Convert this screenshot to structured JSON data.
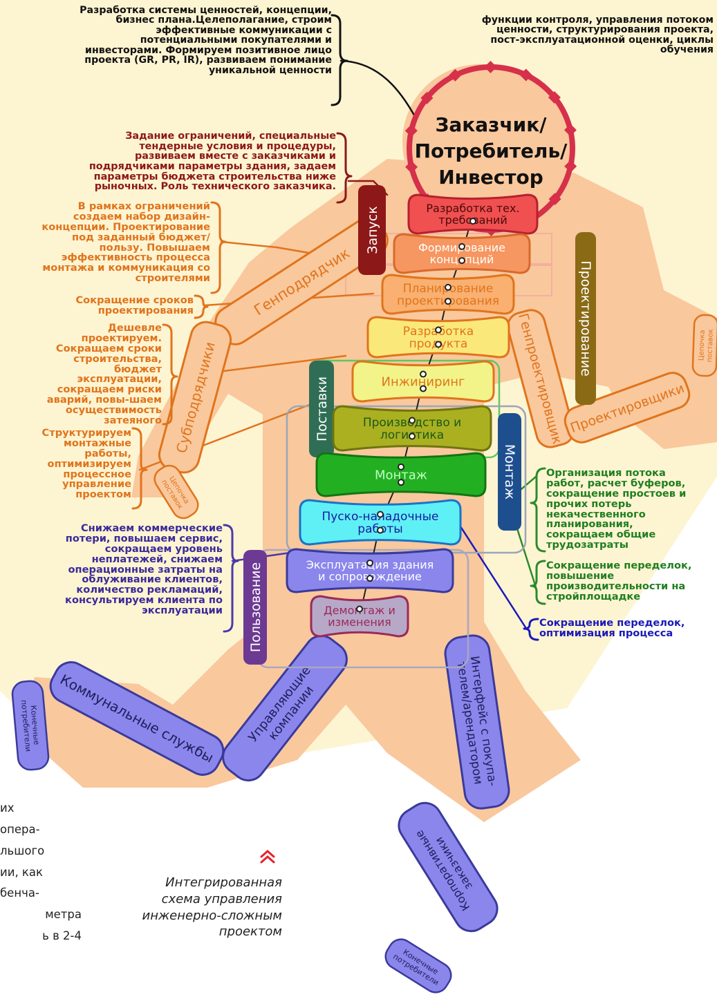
{
  "center": [
    "Заказчик/",
    "Потребитель/",
    "Инвестор"
  ],
  "chain": [
    [
      "Разработка тех.",
      "требований"
    ],
    [
      "Формирование",
      "концепций"
    ],
    [
      "Планирование",
      "проектирования"
    ],
    [
      "Разработка",
      "продукта"
    ],
    [
      "Инжиниринг"
    ],
    [
      "Производство и",
      "логистика"
    ],
    [
      "Монтаж"
    ],
    [
      "Пуско-наладочные",
      "работы"
    ],
    [
      "Эксплуатация здания",
      "и сопровождение"
    ],
    [
      "Демонтаж и",
      "изменения"
    ]
  ],
  "phases": {
    "launch": "Запуск",
    "design": "Проектирование",
    "supply": "Поставки",
    "assembly": "Монтаж",
    "usage": "Пользование"
  },
  "limbs": {
    "general_contractor": "Генподрядчик",
    "subcontractors": "Субподрядчики",
    "supply_chain_left": [
      "Цепочка",
      "поставок"
    ],
    "general_designer": "Генпроектировщик",
    "designers": "Проектировщики",
    "supply_chain_right": [
      "Цепочка",
      "поставок"
    ],
    "utilities": "Коммунальные службы",
    "end_consumers_left": [
      "Конечные",
      "потребители"
    ],
    "management_companies": [
      "Управляющие",
      "компании"
    ],
    "buyer_interface": [
      "Интерфейс с покупа-",
      "телем/арендатором"
    ],
    "corporate_clients": [
      "Корпоративные",
      "заказчики"
    ],
    "end_consumers_right": [
      "Конечные",
      "потребители"
    ]
  },
  "notes": {
    "top_left": [
      "Разработка системы ценностей, концепции,",
      "бизнес плана.Целеполагание, строим",
      "эффективные коммуникации с",
      "потенциальными покупателями и",
      "инвесторами. Формируем позитивное лицо",
      "проекта (GR, PR, IR), развиваем понимание",
      "уникальной ценности"
    ],
    "top_right": [
      "функции контроля, управления потоком",
      "ценности, структурирования проекта,",
      "пост-эксплуатационной оценки, циклы",
      "обучения"
    ],
    "launch": [
      "Задание ограничений, специальные",
      "тендерные условия и процедуры,",
      "развиваем вместе с заказчиками и",
      "подрядчиками параметры здания, задаем",
      "параметры бюджета строительства ниже",
      "рыночных. Роль технического заказчика."
    ],
    "concept": [
      "В рамках ограничений",
      "создаем набор дизайн-",
      "концепции. Проектирование",
      "под заданный бюджет/",
      "пользу. Повышаем",
      "эффективность процесса",
      "монтажа и коммуникация со",
      "строителями"
    ],
    "shorten": [
      "Сокращение сроков",
      "проектирования"
    ],
    "cheaper": [
      "Дешевле",
      "проектируем.",
      "Сокращаем сроки",
      "строительства,",
      "бюджет",
      "эксплуатации,",
      "сокращаем риски",
      "аварий, повы-шаем",
      "осуществимость",
      "затеяного"
    ],
    "structure": [
      "Структурируем",
      "монтажные",
      "работы,",
      "оптимизируем",
      "процессное",
      "управление",
      "проектом"
    ],
    "commercial": [
      "Снижаем коммерческие",
      "потери, повышаем сервис,",
      "сокращаем уровень",
      "неплатежей, снижаем",
      "операционные затраты на",
      "облуживание клиентов,",
      "количество рекламаций,",
      "консультируем клиента по",
      "эксплуатации"
    ],
    "flow": [
      "Организация потока",
      "работ, расчет буферов,",
      "сокращение простоев и",
      "прочих потерь",
      "некачественного",
      "планирования,",
      "сокращаем общие",
      "трудозатраты"
    ],
    "rework": [
      "Сокращение переделок,",
      "повышение",
      "производительности на",
      "стройплощадке"
    ],
    "rework2": [
      "Сокращение переделок,",
      "оптимизация процесса"
    ]
  },
  "caption": [
    "Интегрированная",
    "схема управления",
    "инженерно-сложным",
    "проектом"
  ],
  "body_fragment": [
    "их",
    "опера-",
    "льшого",
    "ии, как",
    "бенча-",
    "метра",
    "ь в 2-4"
  ],
  "colors": {
    "body": "#f9c89d",
    "background_wedge": "#fdf4d2",
    "ring": "#d6304a",
    "launch": "#8d1818",
    "design": "#8a6a14",
    "supply": "#2f6e55",
    "assembly": "#1d4f8f",
    "usage": "#6c3a92",
    "orange": "#e0741c",
    "blue_limb": "#8b86ec"
  }
}
